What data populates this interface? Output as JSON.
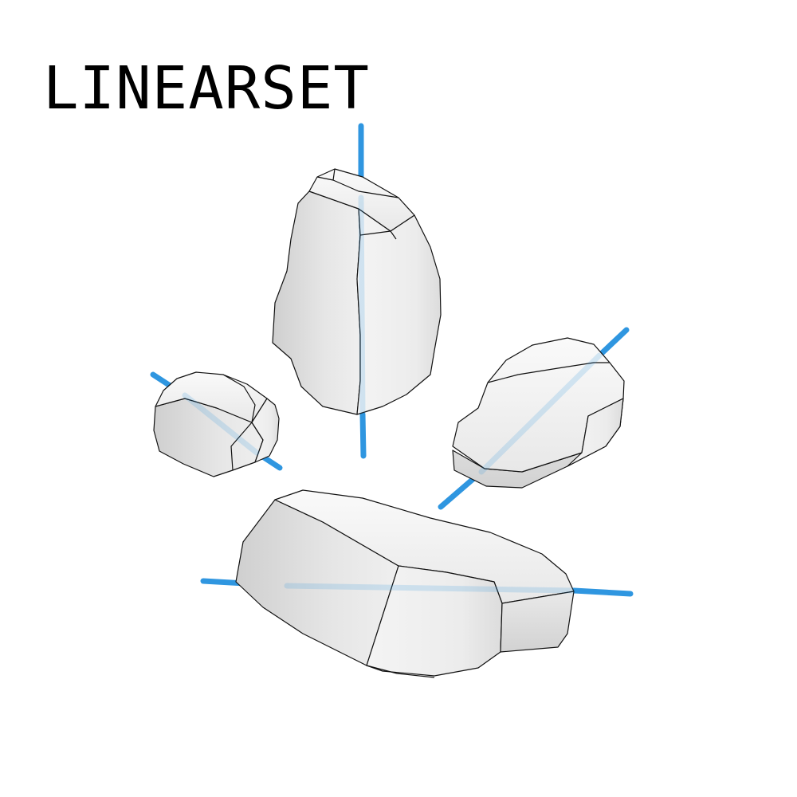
{
  "title": "LINEARSET",
  "colors": {
    "background": "#ffffff",
    "rod": "#2f96e0",
    "rock_light": "#f5f5f5",
    "rock_mid": "#e2e2e2",
    "rock_dark": "#c8c8c8",
    "outline": "#111111"
  },
  "objects": [
    {
      "name": "tall-rock"
    },
    {
      "name": "small-rock"
    },
    {
      "name": "right-rock"
    },
    {
      "name": "bottom-rock"
    }
  ]
}
